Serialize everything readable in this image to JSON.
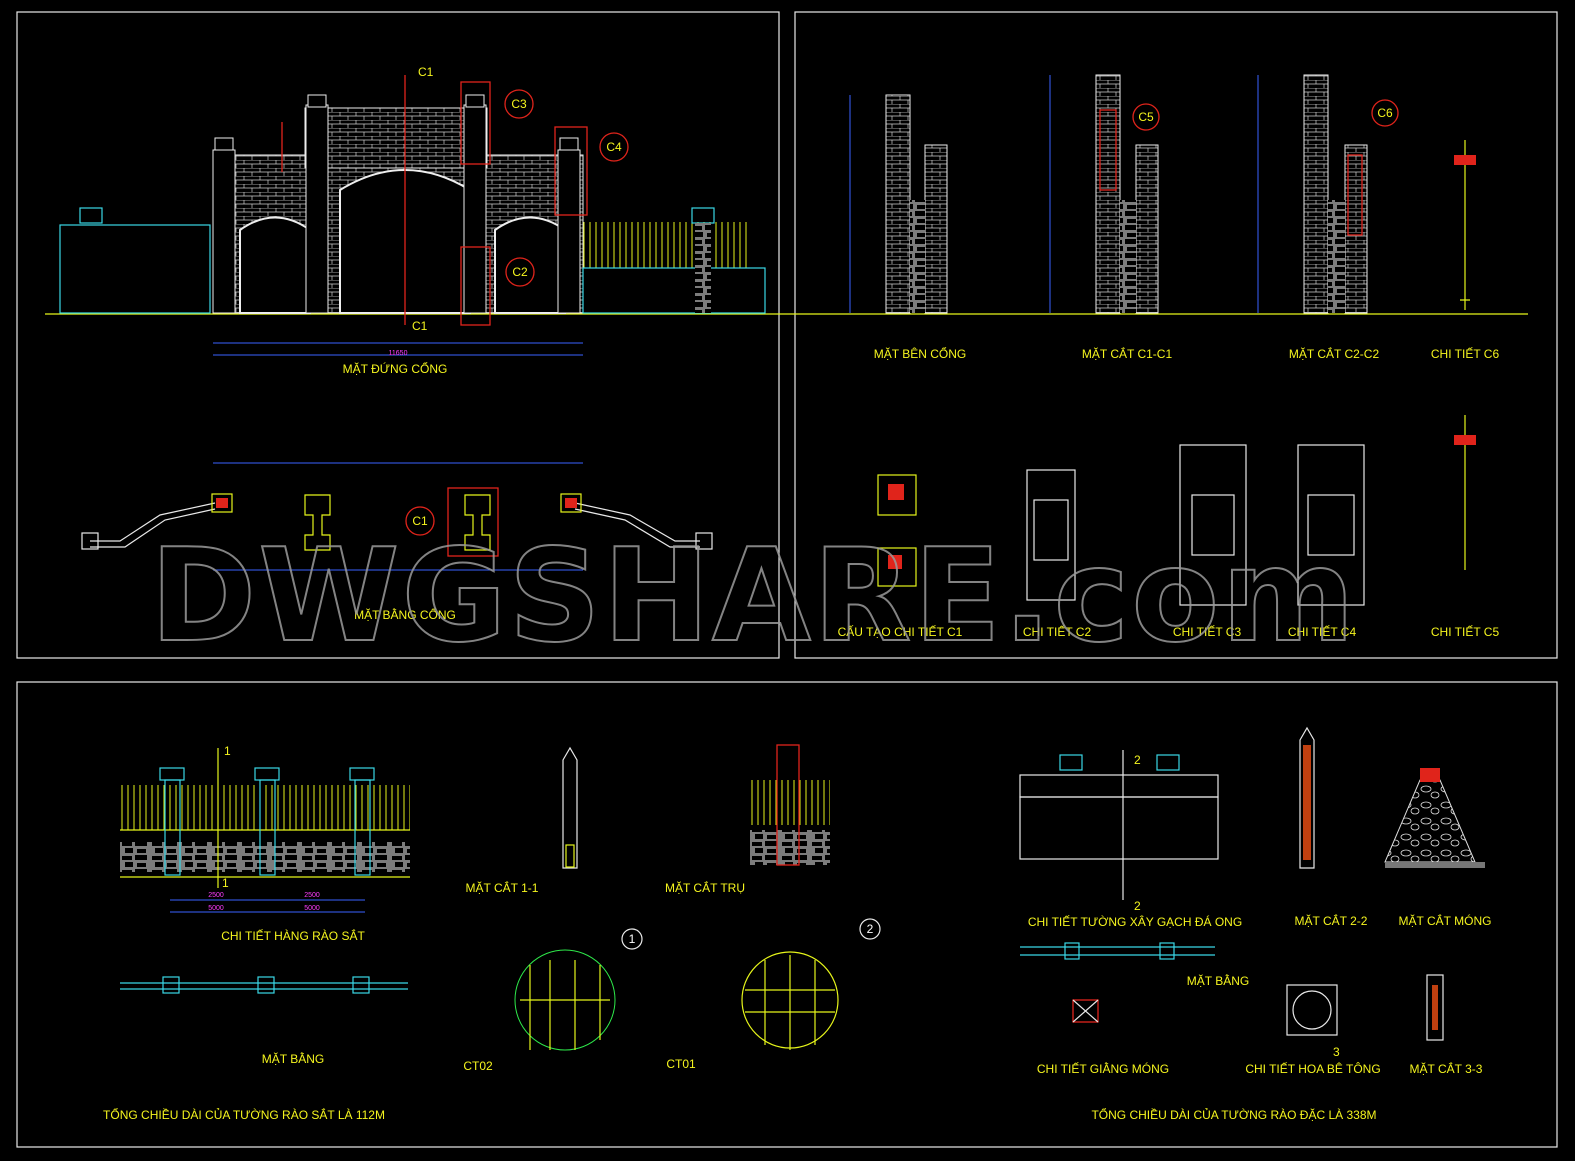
{
  "watermark": "DWGSHARE.com",
  "colors": {
    "background": "#000000",
    "title": "#f5f51e",
    "frame": "#e8e8e8",
    "callout": "#e0241b",
    "dimension": "#3a62ff",
    "dim_text": "#ff3cff",
    "note": "#2ee84a",
    "fence": "#e6f51a",
    "cap": "#3ad7e6"
  },
  "sheet_top_left": {
    "elevation_title": "MẶT ĐỨNG CỔNG",
    "plan_title": "MẶT BẰNG CỔNG",
    "section_marks": [
      "C1",
      "C1"
    ],
    "callouts": [
      "C3",
      "C4",
      "C2",
      "C1"
    ],
    "overall_dimension": "11650"
  },
  "sheet_top_right": {
    "titles": [
      "MẶT BÊN CỔNG",
      "MẶT CẮT C1-C1",
      "MẶT CẮT C2-C2",
      "CHI TIẾT C6",
      "CẤU TẠO CHI TIẾT C1",
      "CHI TIẾT C2",
      "CHI TIẾT C3",
      "CHI TIẾT C4",
      "CHI TIẾT C5"
    ],
    "callouts": [
      "C5",
      "C6"
    ]
  },
  "sheet_bottom": {
    "titles": [
      "CHI TIẾT HÀNG RÀO SẮT",
      "MẶT CẮT 1-1",
      "MẶT CẮT TRỤ",
      "MẶT BẰNG",
      "CT02",
      "CT01",
      "CHI TIẾT TƯỜNG XÂY GẠCH ĐÁ ONG",
      "MẶT CẮT 2-2",
      "MẶT CẮT MÓNG",
      "MẶT BẰNG",
      "CHI TIẾT GIẰNG MÓNG",
      "CHI TIẾT HOA BÊ TÔNG",
      "MẶT CẮT 3-3"
    ],
    "totals": [
      "TỔNG CHIỀU DÀI CỦA TƯỜNG RÀO SẮT LÀ 112M",
      "TỔNG CHIỀU DÀI CỦA TƯỜNG RÀO ĐẶC LÀ 338M"
    ],
    "markers": [
      "1",
      "2"
    ],
    "section_marks": [
      "1",
      "1",
      "2",
      "2",
      "3"
    ],
    "fence_dimensions": [
      "2500",
      "2500",
      "5000",
      "5000"
    ]
  }
}
